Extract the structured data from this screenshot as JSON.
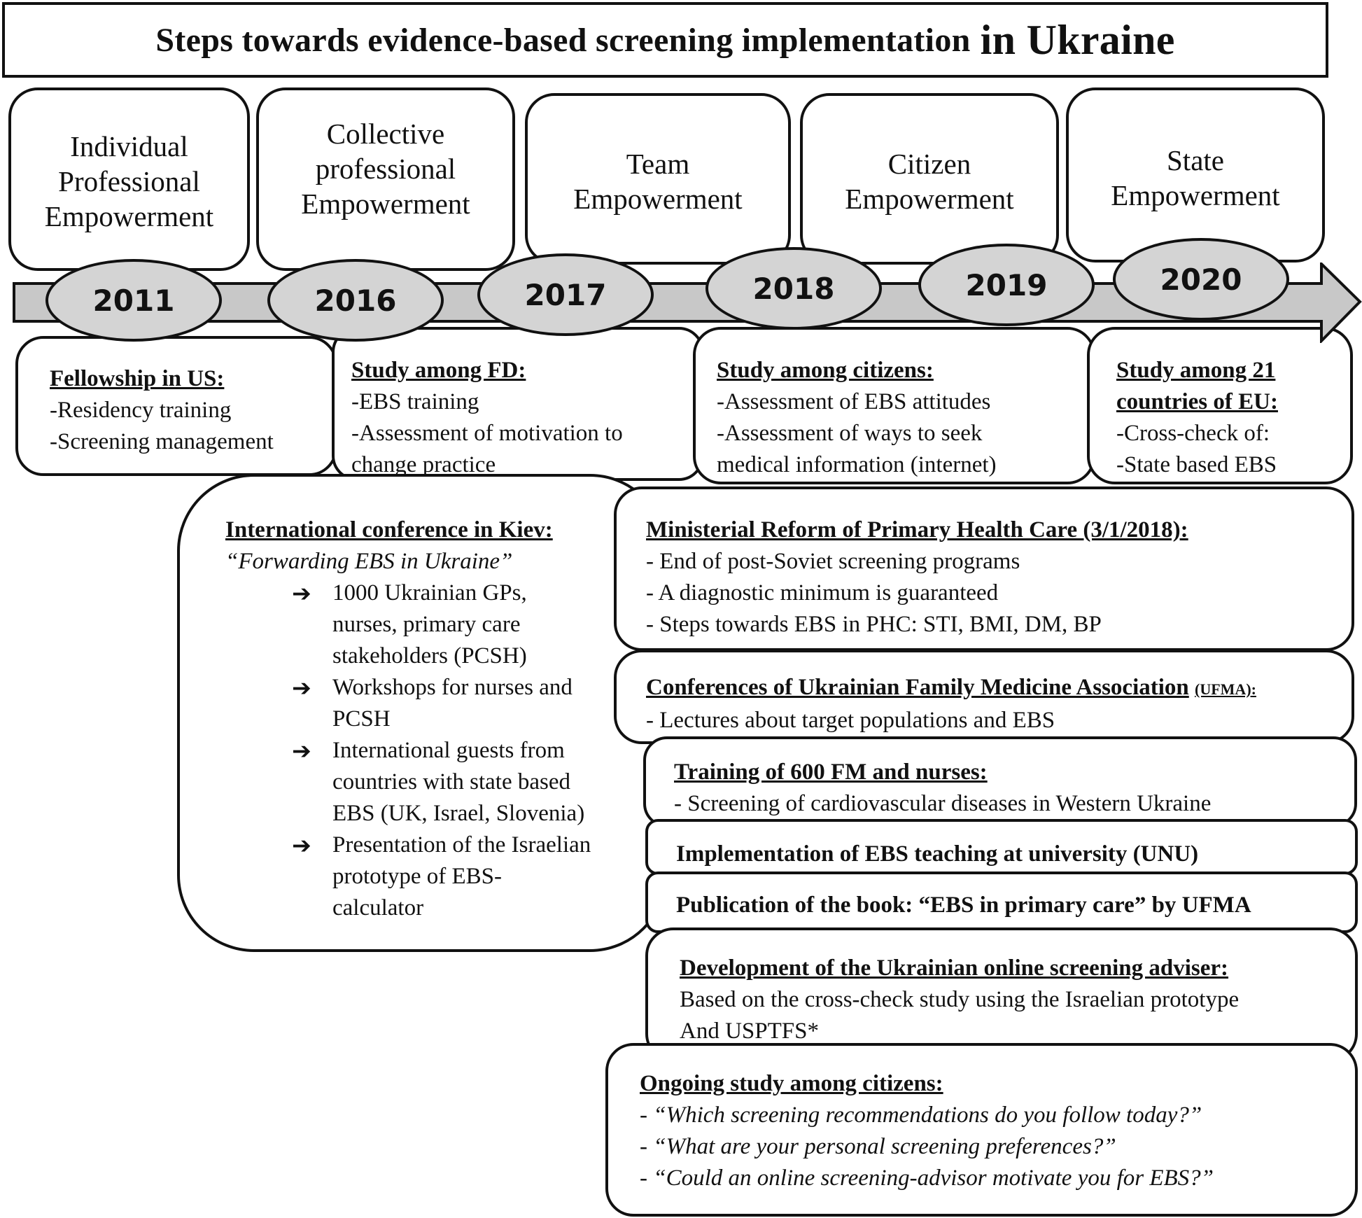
{
  "title": {
    "main": "Steps towards evidence-based screening implementation",
    "emphasis": "in Ukraine"
  },
  "stages": [
    {
      "lines": [
        "Individual",
        "Professional",
        "Empowerment"
      ]
    },
    {
      "lines": [
        "Collective",
        "professional",
        "Empowerment"
      ]
    },
    {
      "lines": [
        "Team",
        "Empowerment"
      ]
    },
    {
      "lines": [
        "Citizen",
        "Empowerment"
      ]
    },
    {
      "lines": [
        "State",
        "Empowerment"
      ]
    }
  ],
  "years": [
    "2011",
    "2016",
    "2017",
    "2018",
    "2019",
    "2020"
  ],
  "studies": [
    {
      "heading": "Fellowship in US:",
      "items": [
        "-Residency training",
        "-Screening management"
      ]
    },
    {
      "heading": "Study among FD:",
      "items": [
        "-EBS training",
        "-Assessment of motivation to",
        "change practice"
      ]
    },
    {
      "heading": "Study among citizens:",
      "items": [
        "-Assessment of EBS attitudes",
        "-Assessment of ways to seek",
        "medical information (internet)"
      ]
    },
    {
      "heading_lines": [
        "Study among 21",
        "countries of EU:"
      ],
      "items": [
        "-Cross-check of:",
        "-State based EBS"
      ]
    }
  ],
  "conference": {
    "heading": "International conference in Kiev:",
    "subtitle": "“Forwarding EBS in Ukraine”",
    "arrow_glyph": "➔",
    "bullets": [
      {
        "lines": [
          "1000 Ukrainian GPs,",
          "nurses, primary care",
          "stakeholders (PCSH)"
        ]
      },
      {
        "lines": [
          "Workshops for nurses and",
          "PCSH"
        ]
      },
      {
        "lines": [
          "International guests from",
          "countries with state based",
          "EBS (UK, Israel, Slovenia)"
        ]
      },
      {
        "lines": [
          "Presentation of the Israelian",
          "prototype of EBS-",
          "calculator"
        ]
      }
    ]
  },
  "reform": {
    "heading": "Ministerial Reform of Primary Health Care (3/1/2018):",
    "items": [
      "- End of post-Soviet screening programs",
      "- A diagnostic minimum is guaranteed",
      "- Steps towards EBS in PHC: STI, BMI, DM, BP"
    ]
  },
  "ufma": {
    "heading": "Conferences of Ukrainian Family Medicine Association",
    "abbr": "(UFMA):",
    "items": [
      "- Lectures about target populations and EBS"
    ]
  },
  "training": {
    "heading": "Training of 600 FM and nurses:",
    "items": [
      "- Screening of cardiovascular diseases in Western Ukraine"
    ]
  },
  "implementation": {
    "text": "Implementation of EBS teaching at university (UNU)"
  },
  "publication": {
    "text": "Publication of the book: “EBS in primary care” by UFMA"
  },
  "development": {
    "heading": "Development of the Ukrainian online screening adviser:",
    "items": [
      "Based on the cross-check study using the Israelian prototype",
      "And USPTFS*"
    ]
  },
  "ongoing": {
    "heading": "Ongoing study among citizens:",
    "items": [
      {
        "dash": "- ",
        "text": "“Which screening recommendations do you follow today?”"
      },
      {
        "dash": "- ",
        "text": "“What are your personal screening preferences?”"
      },
      {
        "dash": "- ",
        "text": "“Could an online screening-advisor motivate you for EBS?”"
      }
    ]
  }
}
